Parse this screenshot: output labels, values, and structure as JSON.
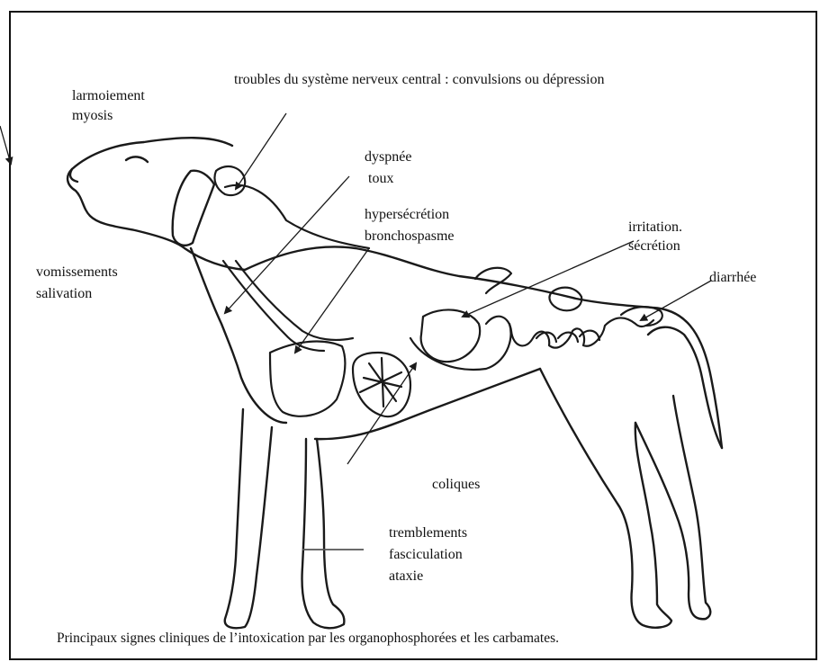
{
  "labels": {
    "cns": "troubles du système nerveux central : convulsions ou  dépression",
    "eye_1": "larmoiement",
    "eye_2": "myosis",
    "resp_1": "dyspnée",
    "resp_2": " toux",
    "bronch_1": "hypersécrétion",
    "bronch_2": "bronchospasme",
    "vomit_1": "vomissements",
    "vomit_2": "salivation",
    "gut_1": "irritation.",
    "gut_2": "sécrétion",
    "diarrhea": "diarrhée",
    "colic": "coliques",
    "neuro_1": "tremblements",
    "neuro_2": "fasciculation",
    "neuro_3": "ataxie"
  },
  "caption": "Principaux signes cliniques de l’intoxication par les organophosphorées et les carbamates.",
  "colors": {
    "line": "#1a1a1a",
    "gray_arrow": "#555555",
    "background": "#ffffff"
  }
}
